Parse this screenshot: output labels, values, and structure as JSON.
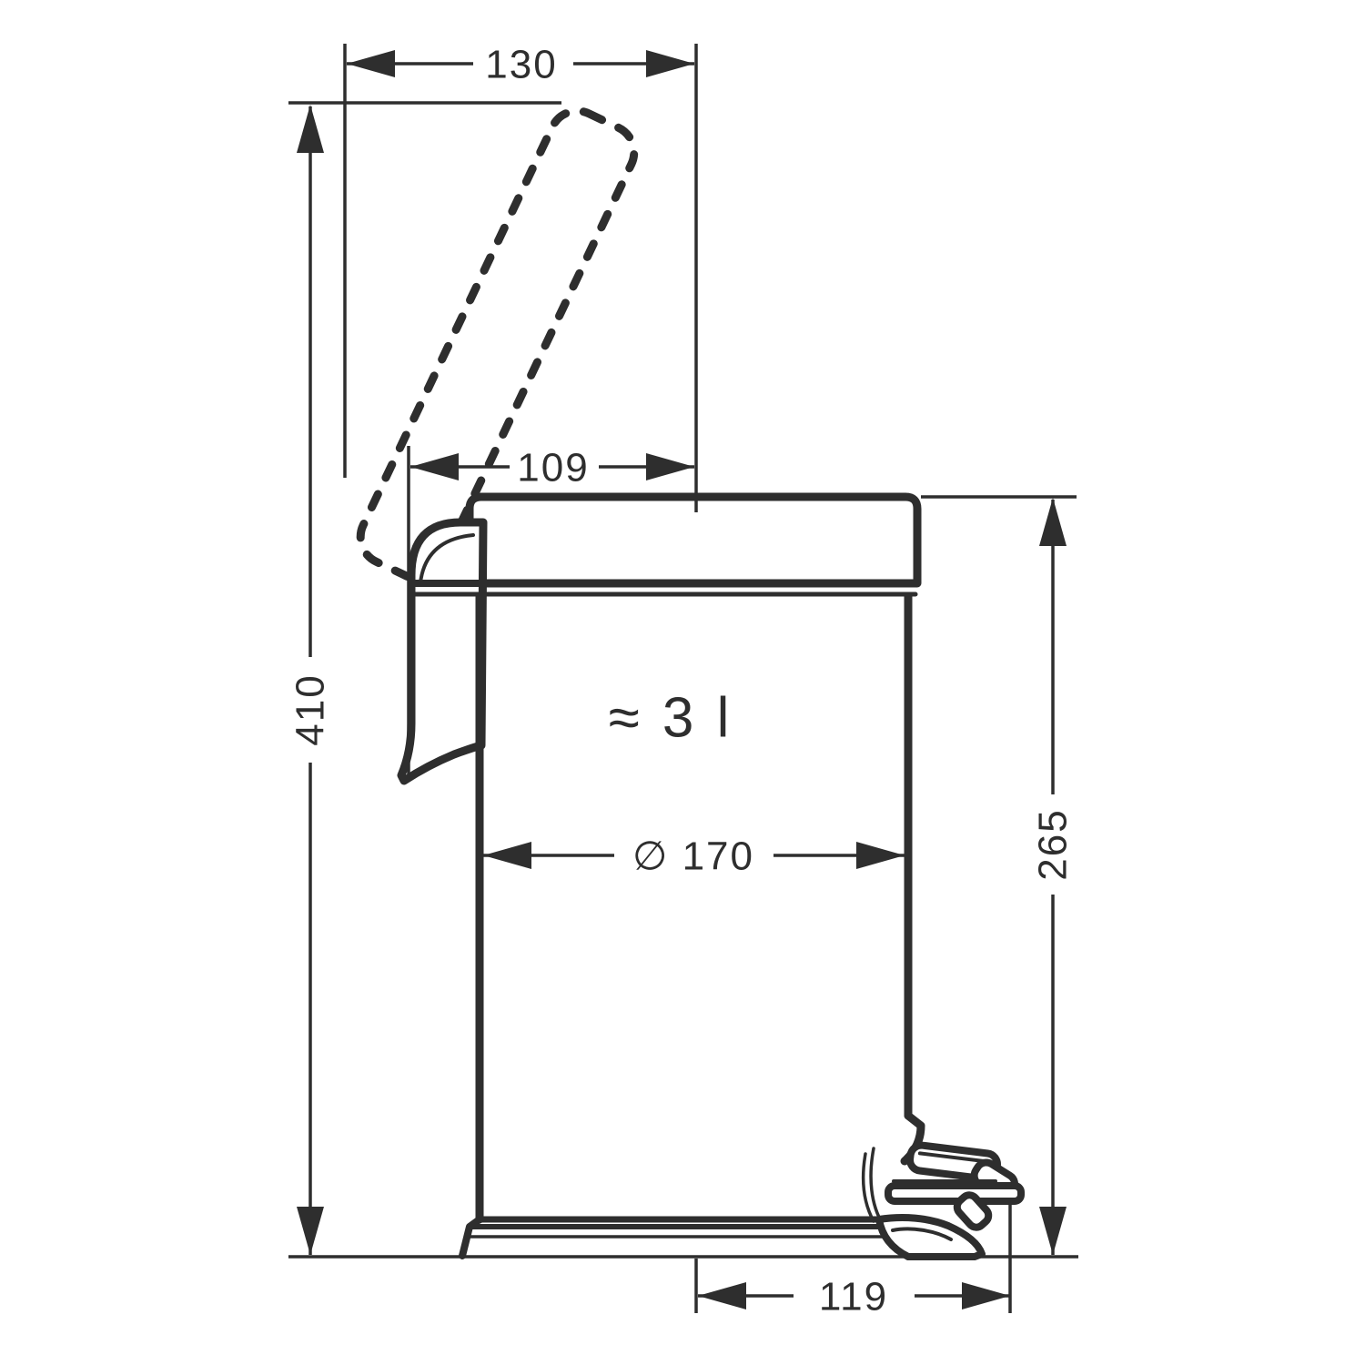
{
  "drawing": {
    "background": "#ffffff",
    "line_color": "#2e2e2e",
    "capacity_label": "≈ 3 l",
    "dimensions": {
      "top_width": "130",
      "lid_depth": "109",
      "total_height": "410",
      "body_height": "265",
      "diameter": "∅ 170",
      "pedal_depth": "119"
    }
  }
}
